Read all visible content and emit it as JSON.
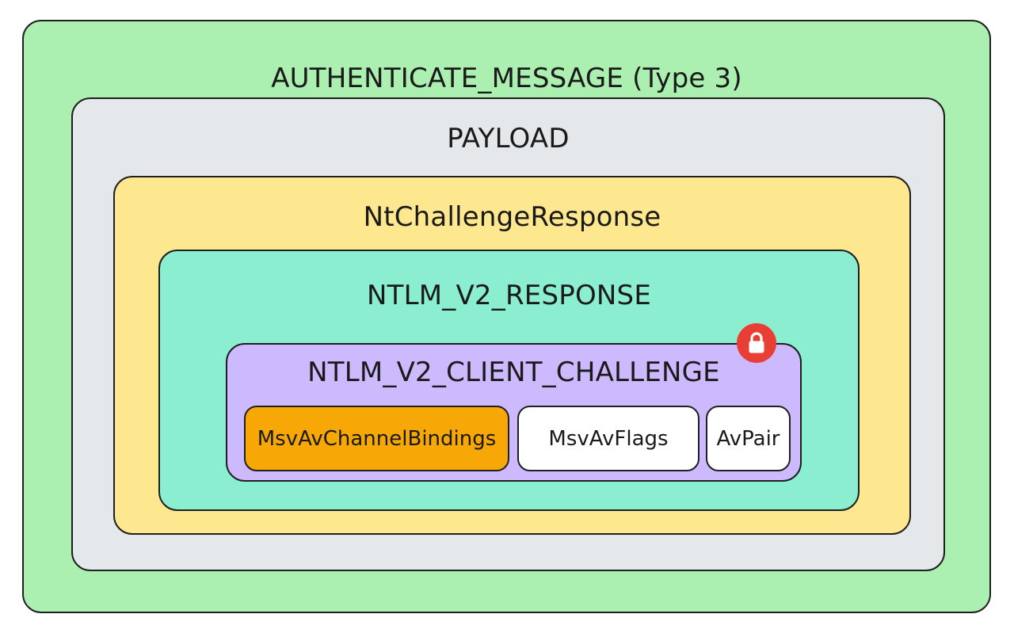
{
  "colors": {
    "outer_fill": "#abf0b1",
    "payload_fill": "#e4e8eb",
    "ntcr_fill": "#fde890",
    "ntlmv2_fill": "#8ceed1",
    "client_fill": "#ccb9fe",
    "channel_bindings_fill": "#f8a806",
    "avpair_fill": "#ffffff",
    "lock_fill": "#e83e36",
    "lock_glyph": "#ffffff"
  },
  "outer": {
    "title": "AUTHENTICATE_MESSAGE (Type 3)"
  },
  "payload": {
    "title": "PAYLOAD"
  },
  "nt_challenge_response": {
    "title": "NtChallengeResponse"
  },
  "ntlm_v2_response": {
    "title": "NTLM_V2_RESPONSE"
  },
  "client_challenge": {
    "title": "NTLM_V2_CLIENT_CHALLENGE",
    "badge_icon": "lock-icon",
    "av_pairs": [
      {
        "label": "MsvAvChannelBindings",
        "highlighted": true
      },
      {
        "label": "MsvAvFlags",
        "highlighted": false
      },
      {
        "label": "AvPair",
        "highlighted": false
      }
    ]
  }
}
